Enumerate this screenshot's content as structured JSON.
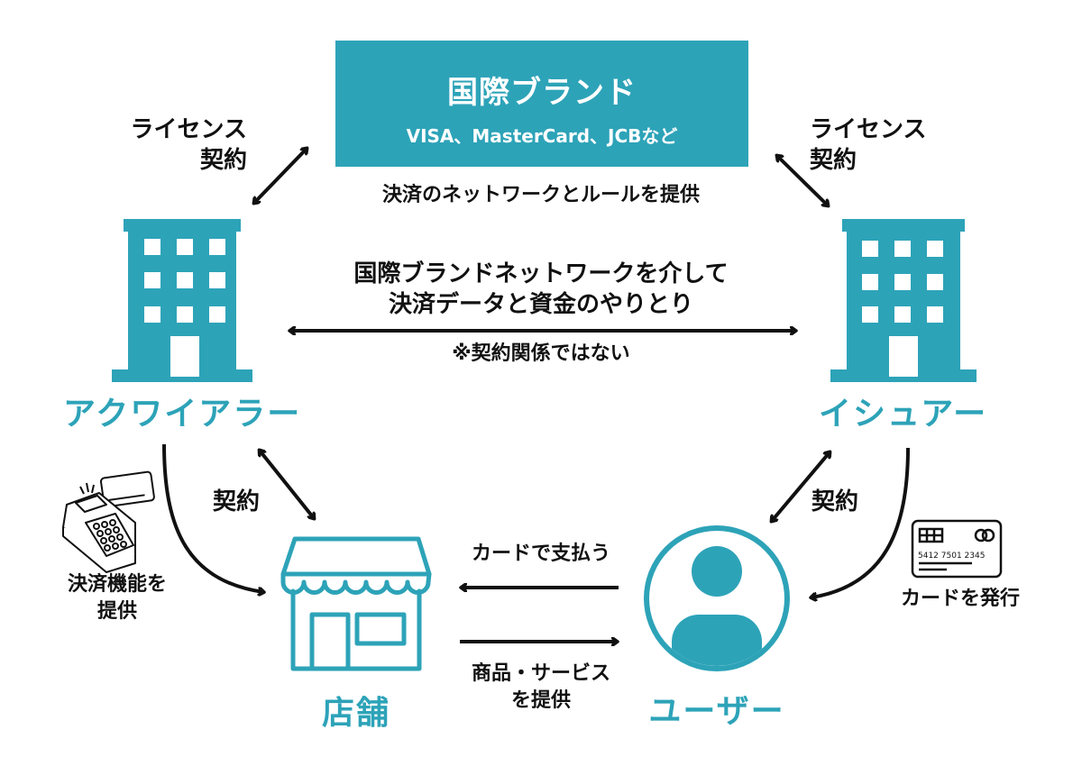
{
  "colors": {
    "accent": "#2da3b8",
    "text": "#111111",
    "background": "#ffffff"
  },
  "brand": {
    "title": "国際ブランド",
    "subtitle": "VISA、MasterCard、JCBなど",
    "provides": "決済のネットワークとルールを提供"
  },
  "license_left": {
    "line1": "ライセンス",
    "line2": "契約"
  },
  "license_right": {
    "line1": "ライセンス",
    "line2": "契約"
  },
  "acquirer": {
    "label": "アクワイアラー",
    "icon": "building-icon"
  },
  "issuer": {
    "label": "イシュアー",
    "icon": "building-icon"
  },
  "network_exchange": {
    "line1": "国際ブランドネットワークを介して",
    "line2": "決済データと資金のやりとり",
    "note": "※契約関係ではない"
  },
  "contract_left": "契約",
  "contract_right": "契約",
  "terminal": {
    "line1": "決済機能を",
    "line2": "提供",
    "icon": "payment-terminal-icon"
  },
  "store": {
    "label": "店舗",
    "icon": "storefront-icon"
  },
  "user": {
    "label": "ユーザー",
    "icon": "user-avatar-icon"
  },
  "pay_by_card": "カードで支払う",
  "provide_goods": {
    "line1": "商品・サービス",
    "line2": "を提供"
  },
  "card": {
    "number": "5412  7501  2345",
    "caption": "カードを発行",
    "icon": "credit-card-icon"
  }
}
